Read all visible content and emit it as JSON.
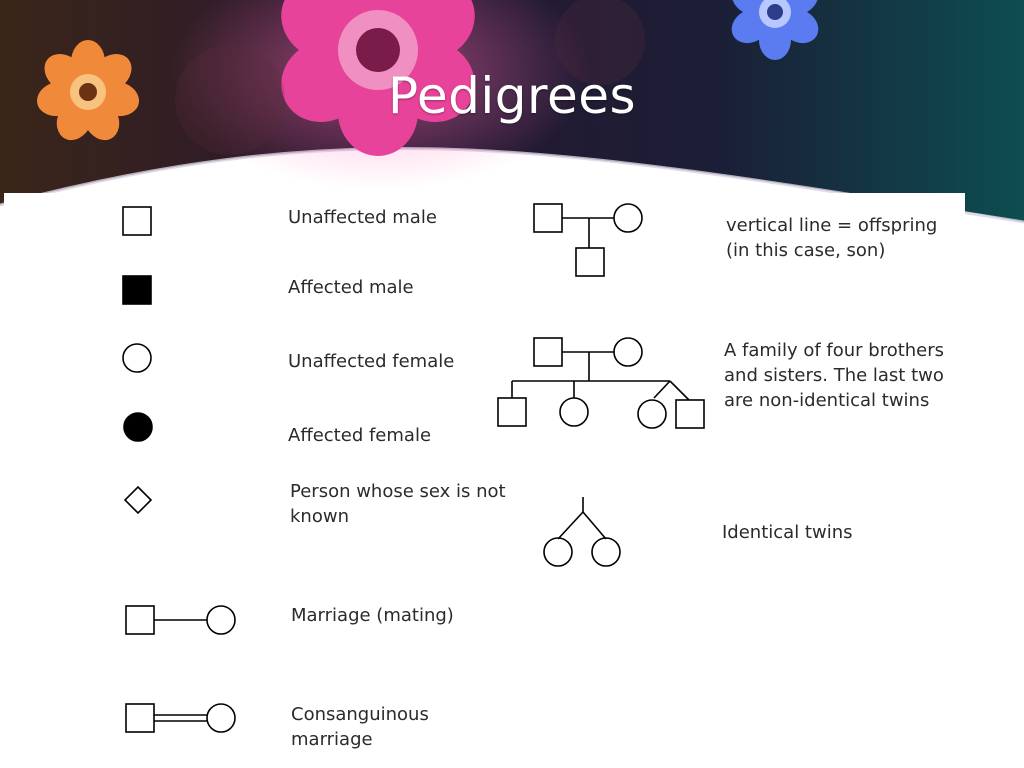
{
  "slide": {
    "title": "Pedigrees"
  },
  "colors": {
    "symbol_stroke": "#000000",
    "symbol_fill_affected": "#000000",
    "text": "#2b2b2b",
    "header_dark": "#1c1f33",
    "header_teal": "#0f5a5a",
    "flower_pink": "#e8439a",
    "flower_orange": "#f08a3a",
    "flower_blue": "#5a7cf0"
  },
  "legend": {
    "unaffected_male": "Unaffected male",
    "affected_male": "Affected male",
    "unaffected_female": "Unaffected female",
    "affected_female": "Affected female",
    "sex_unknown": "Person whose sex is not\nknown",
    "marriage": "Marriage (mating)",
    "consanguineous": "Consanguinous\nmarriage"
  },
  "examples": {
    "offspring": "vertical line = offspring\n(in this case, son)",
    "family": "A family of four brothers\nand sisters.  The last two\nare non-identical twins",
    "identical_twins": "Identical twins"
  }
}
